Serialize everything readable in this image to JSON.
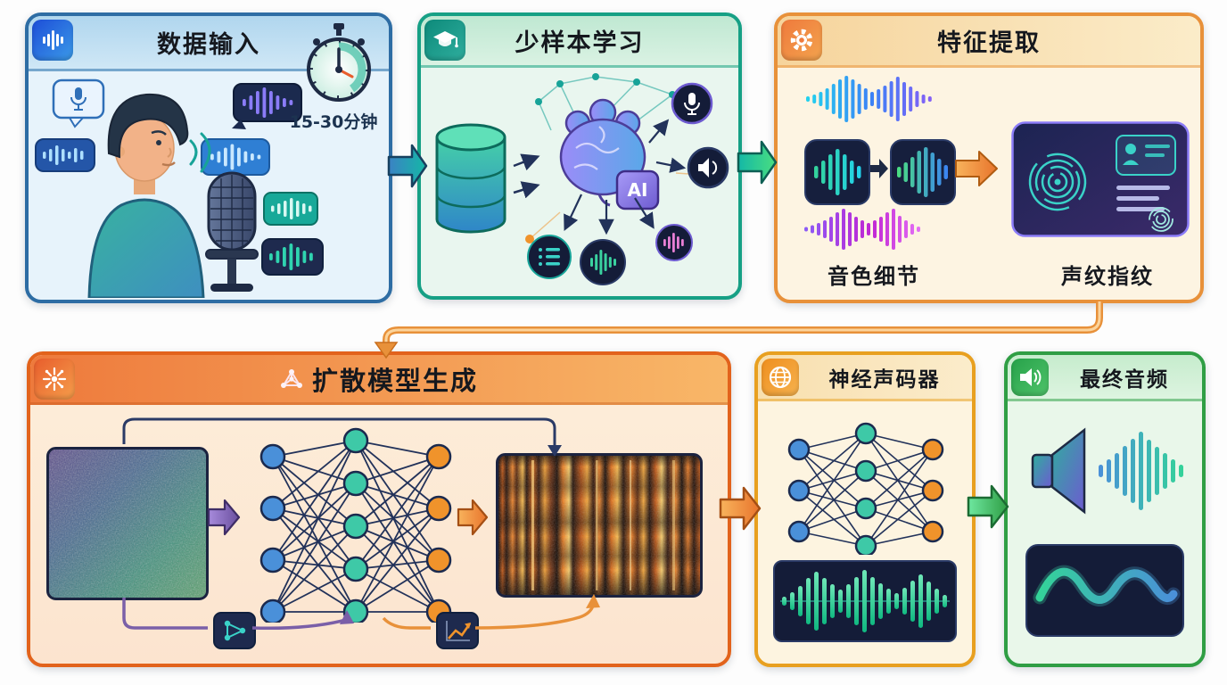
{
  "diagram": {
    "type": "voice-cloning-pipeline-flow",
    "language": "zh",
    "panels": {
      "data_input": {
        "title": "数据输入",
        "duration_label": "15-30分钟"
      },
      "few_shot_learning": {
        "title": "少样本学习",
        "ai_chip_label": "AI"
      },
      "feature_extraction": {
        "title": "特征提取",
        "timbre_label": "音色细节",
        "voiceprint_label": "声纹指纹"
      },
      "diffusion_generation": {
        "title": "扩散模型生成"
      },
      "neural_vocoder": {
        "title": "神经声码器"
      },
      "final_audio": {
        "title": "最终音频"
      }
    },
    "icons": {
      "data_input": "sound-wave-icon",
      "few_shot_learning": "graduation-cap-icon",
      "feature_extraction": "gear-icon",
      "diffusion_generation": "diffusion-scatter-icon",
      "neural_vocoder": "globe-icon",
      "final_audio": "speaker-icon",
      "timer": "stopwatch-icon"
    },
    "colors": {
      "panel_blue": "#2e6da4",
      "panel_teal": "#16a085",
      "panel_orange": "#e8913a",
      "panel_deep_orange": "#e2631c",
      "panel_amber": "#e8a020",
      "panel_green": "#2f9e44"
    }
  }
}
